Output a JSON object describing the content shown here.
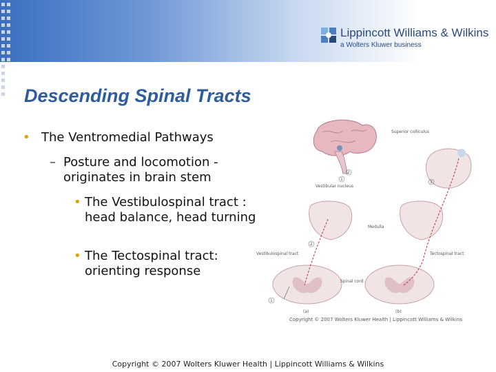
{
  "brand": {
    "name": "Lippincott Williams & Wilkins",
    "subtitle": "a Wolters Kluwer business"
  },
  "slide": {
    "title": "Descending Spinal Tracts",
    "bullet1": "The Ventromedial Pathways",
    "sub_bullet": "Posture and locomotion - originates in brain stem",
    "item1": "The Vestibulospinal tract : head balance, head turning",
    "item2": "The Tectospinal tract: orienting response"
  },
  "figure": {
    "labels": {
      "superior_colliculus": "Superior colliculus",
      "vestibular_nucleus": "Vestibular nucleus",
      "medulla": "Medulla",
      "vestibulospinal_tract": "Vestibulospinal tract",
      "tectospinal_tract": "Tectospinal tract",
      "spinal_cord": "Spinal cord",
      "panel_a": "(a)",
      "panel_b": "(b)",
      "n1": "1",
      "n2": "2",
      "n3": "3"
    },
    "caption": "Copyright © 2007 Wolters Kluwer Health | Lippincott Williams & Wilkins"
  },
  "footer": "Copyright © 2007 Wolters Kluwer Health | Lippincott Williams & Wilkins"
}
